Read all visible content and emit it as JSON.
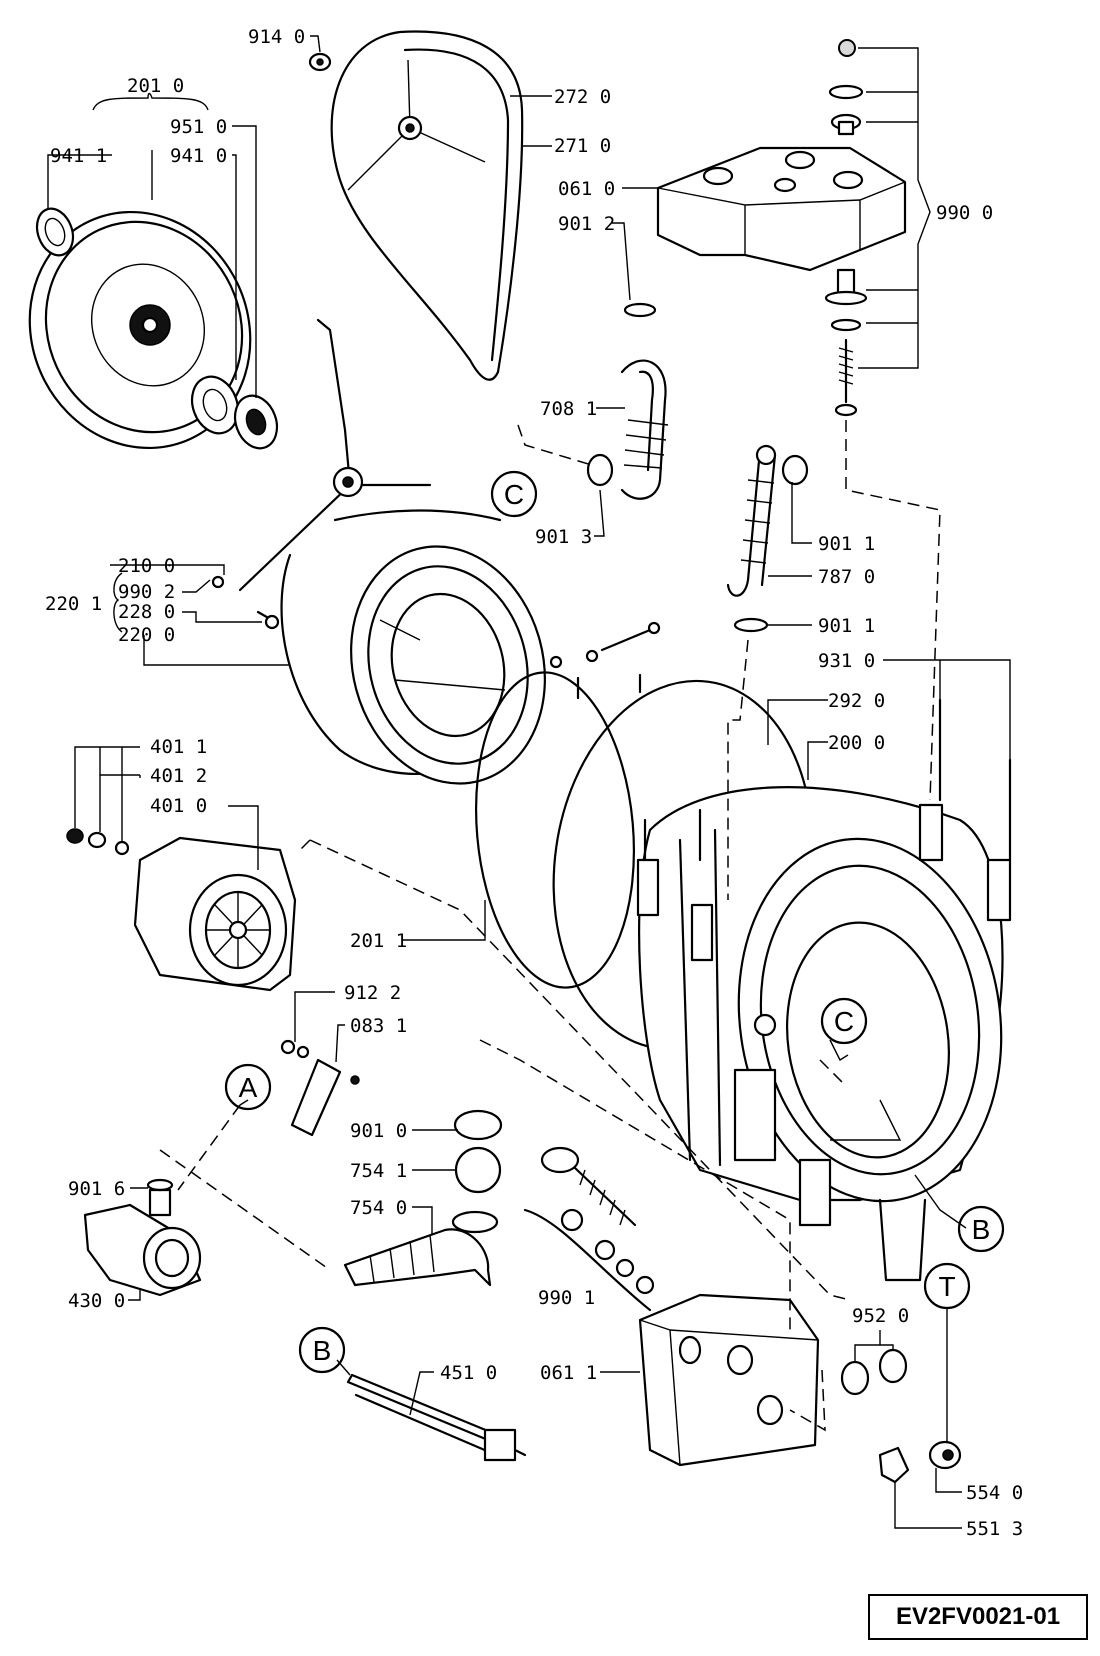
{
  "document_code": "EV2FV0021-01",
  "part_labels": {
    "p_914_0": "914 0",
    "p_201_0": "201 0",
    "p_272_0": "272 0",
    "p_271_0": "271 0",
    "p_951_0": "951 0",
    "p_941_1": "941 1",
    "p_941_0": "941 0",
    "p_061_0": "061 0",
    "p_990_0": "990 0",
    "p_901_2": "901 2",
    "p_708_1": "708 1",
    "p_901_3": "901 3",
    "p_901_1a": "901 1",
    "p_787_0": "787 0",
    "p_901_1b": "901 1",
    "p_931_0": "931 0",
    "p_210_0": "210 0",
    "p_990_2": "990 2",
    "p_228_0": "228 0",
    "p_220_0": "220 0",
    "p_220_1": "220 1",
    "p_292_0": "292 0",
    "p_200_0": "200 0",
    "p_401_1": "401 1",
    "p_401_2": "401 2",
    "p_401_0": "401 0",
    "p_201_1": "201 1",
    "p_912_2": "912 2",
    "p_083_1": "083 1",
    "p_901_0": "901 0",
    "p_754_1": "754 1",
    "p_754_0": "754 0",
    "p_901_6": "901 6",
    "p_430_0": "430 0",
    "p_990_1": "990 1",
    "p_952_0": "952 0",
    "p_451_0": "451 0",
    "p_061_1": "061 1",
    "p_554_0": "554 0",
    "p_551_3": "551 3"
  },
  "reference_markers": {
    "c_top": "C",
    "c_tub": "C",
    "a": "A",
    "b_tub": "B",
    "b_heater": "B",
    "t": "T"
  }
}
